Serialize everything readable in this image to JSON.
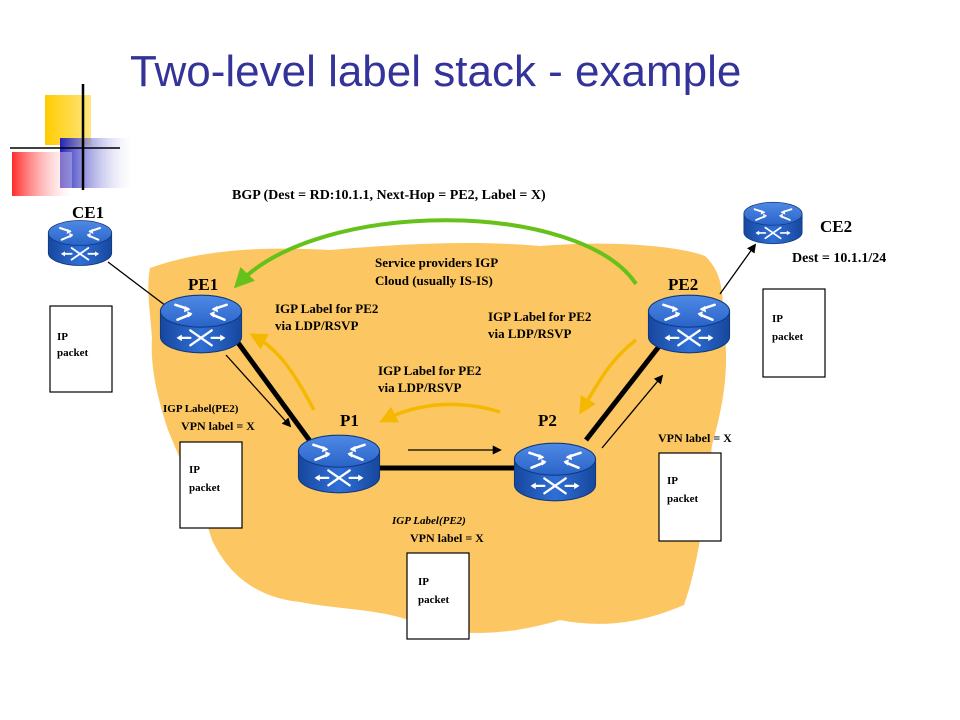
{
  "title": "Two-level label stack - example",
  "bgp_label": "BGP (Dest = RD:10.1.1, Next-Hop = PE2, Label = X)",
  "cloud_label": [
    "Service providers IGP",
    "Cloud (usually IS-IS)"
  ],
  "routers": {
    "ce1": "CE1",
    "ce2": "CE2",
    "pe1": "PE1",
    "pe2": "PE2",
    "p1": "P1",
    "p2": "P2"
  },
  "dest_label": "Dest = 10.1.1/24",
  "igp_pe2_label": [
    "IGP Label for PE2",
    "via LDP/RSVP"
  ],
  "igp_stack_label": "IGP Label(PE2)",
  "vpn_label": "VPN label = X",
  "packet_label": [
    "IP",
    "packet"
  ],
  "colors": {
    "title": "#33339a",
    "cloud": "#fcc762",
    "router": "#1f5dc2",
    "bgp_arrow": "#66c21a",
    "igp_arrow": "#f5b800",
    "deco_yellow": "#ffcc00",
    "deco_blue": "#3333cc",
    "deco_red": "#ff3333"
  }
}
